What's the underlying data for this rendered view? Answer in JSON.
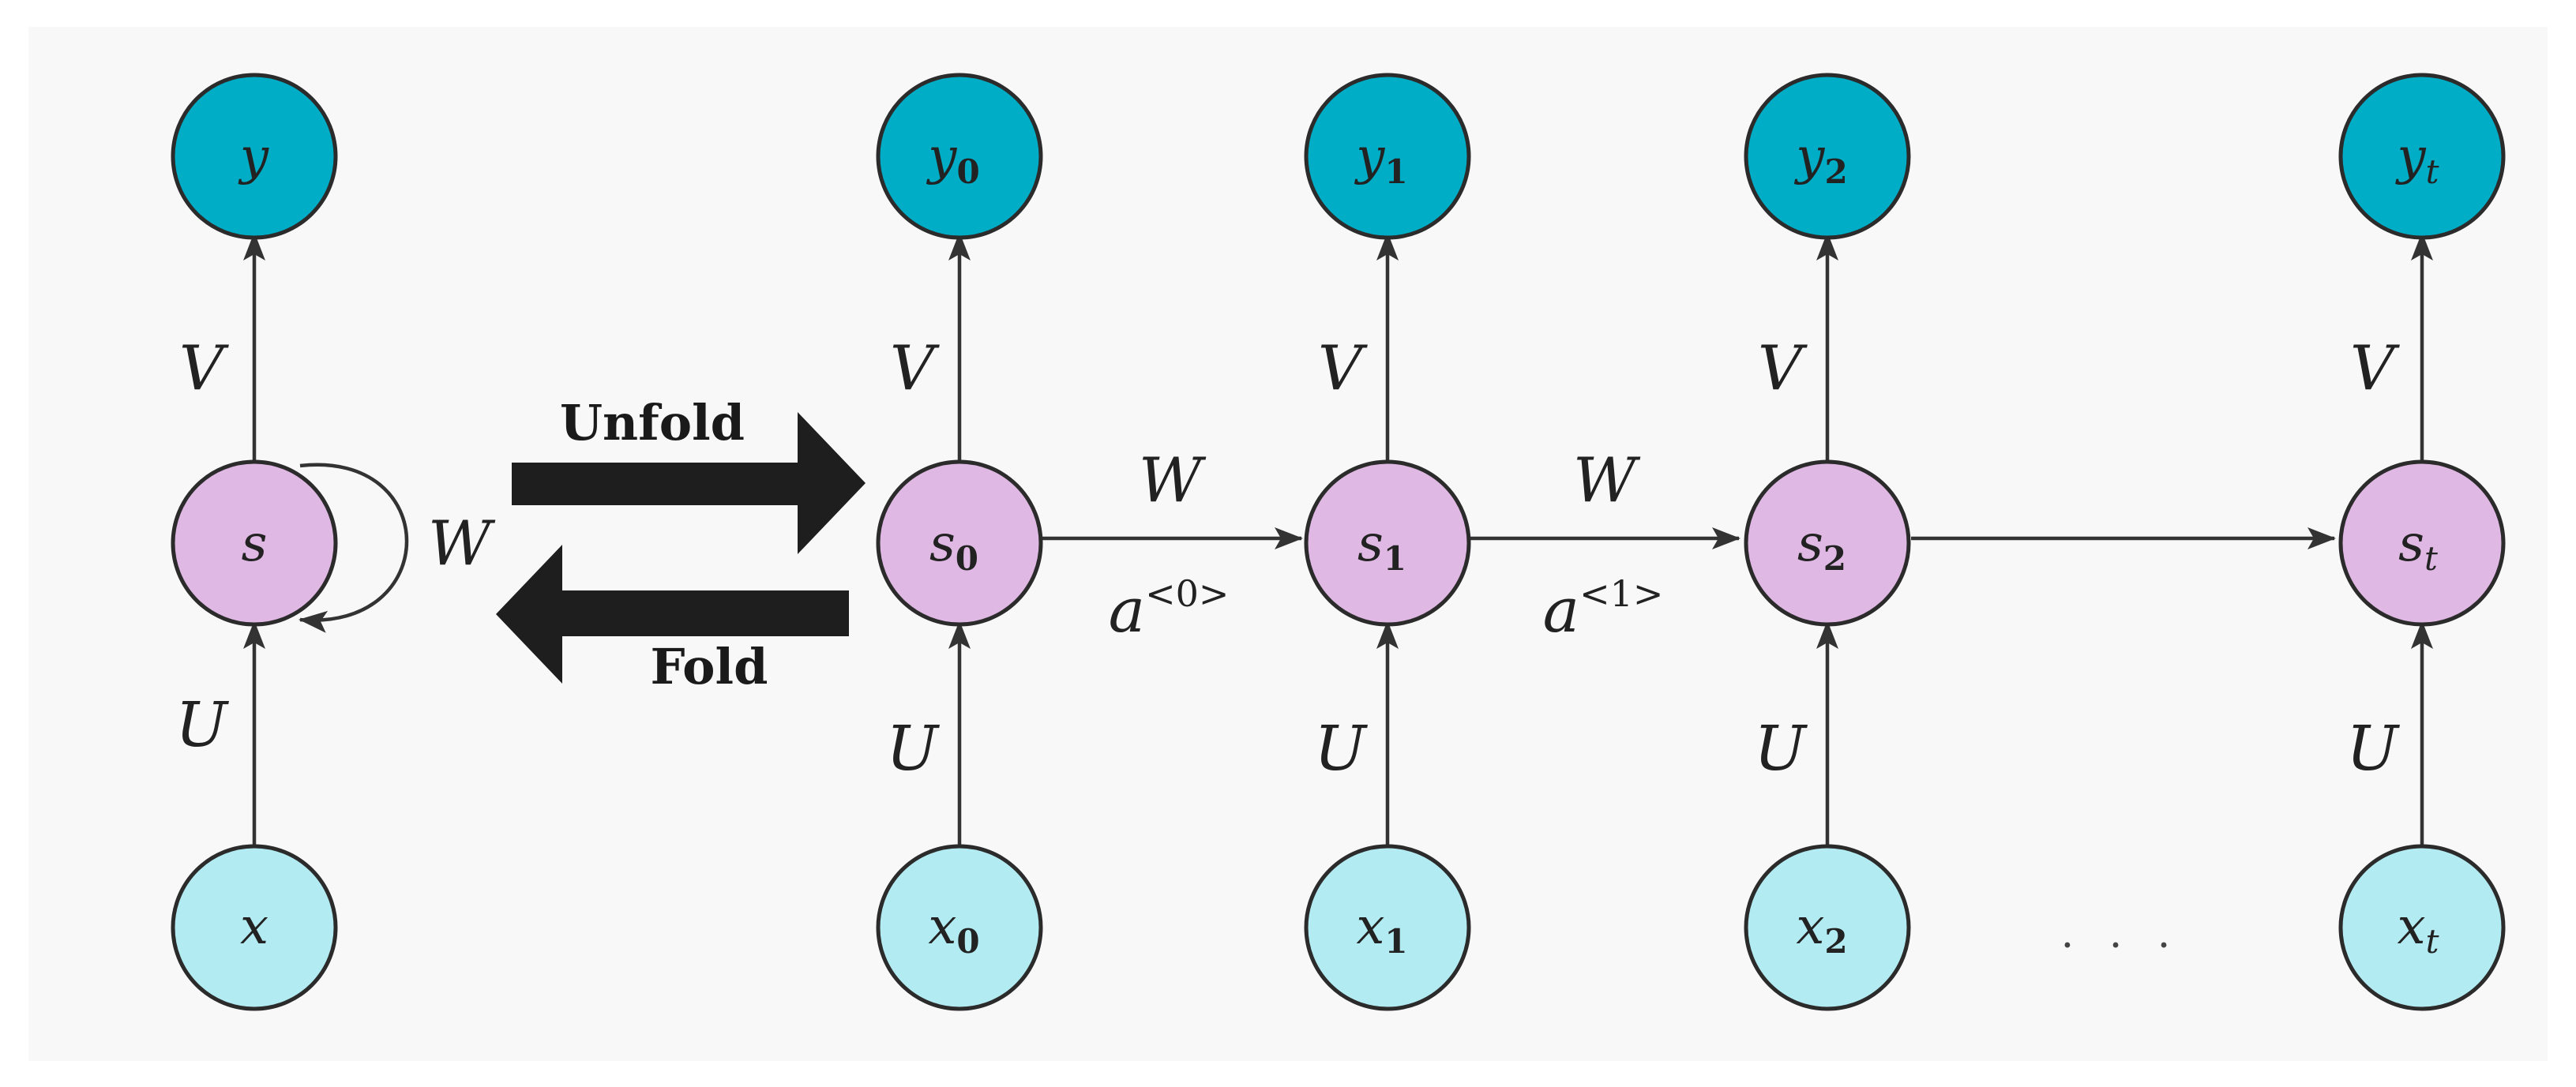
{
  "colors": {
    "output_node": "#00adc6",
    "hidden_node": "#dfb8e3",
    "input_node": "#b3ebf2",
    "background": "#f8f8f8",
    "arrow": "#1e1e1e"
  },
  "folded": {
    "output": {
      "var": "y",
      "sub": ""
    },
    "hidden": {
      "var": "s",
      "sub": ""
    },
    "input": {
      "var": "x",
      "sub": ""
    },
    "V": "V",
    "U": "U",
    "W": "W"
  },
  "transition": {
    "unfold": "Unfold",
    "fold": "Fold"
  },
  "columns": [
    {
      "id": "0",
      "output": {
        "var": "y",
        "sub": "0"
      },
      "hidden": {
        "var": "s",
        "sub": "0"
      },
      "input": {
        "var": "x",
        "sub": "0"
      },
      "V": "V",
      "U": "U"
    },
    {
      "id": "1",
      "output": {
        "var": "y",
        "sub": "1"
      },
      "hidden": {
        "var": "s",
        "sub": "1"
      },
      "input": {
        "var": "x",
        "sub": "1"
      },
      "V": "V",
      "U": "U"
    },
    {
      "id": "2",
      "output": {
        "var": "y",
        "sub": "2"
      },
      "hidden": {
        "var": "s",
        "sub": "2"
      },
      "input": {
        "var": "x",
        "sub": "2"
      },
      "V": "V",
      "U": "U"
    },
    {
      "id": "t",
      "output": {
        "var": "y",
        "sub": "t"
      },
      "hidden": {
        "var": "s",
        "sub": "t"
      },
      "input": {
        "var": "x",
        "sub": "t"
      },
      "V": "V",
      "U": "U"
    }
  ],
  "transitions": [
    {
      "W": "W",
      "a": "a",
      "sup": "<0>"
    },
    {
      "W": "W",
      "a": "a",
      "sup": "<1>"
    }
  ],
  "ellipsis": ". . ."
}
